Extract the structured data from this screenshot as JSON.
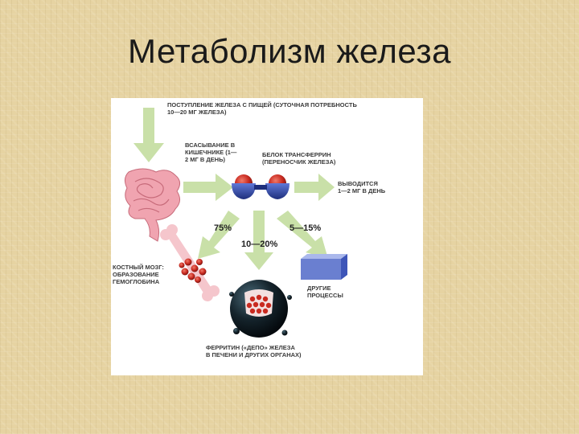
{
  "slide": {
    "title": "Метаболизм железа"
  },
  "diagram": {
    "labels": {
      "intake": "ПОСТУПЛЕНИЕ ЖЕЛЕЗА С ПИЩЕЙ (СУТОЧНАЯ ПОТРЕБНОСТЬ\n10—20 МГ ЖЕЛЕЗА)",
      "absorption": "ВСАСЫВАНИЕ В\nКИШЕЧНИКЕ (1—\n2 МГ В ДЕНЬ)",
      "transferrin": "БЕЛОК ТРАНСФЕРРИН\n(ПЕРЕНОСЧИК ЖЕЛЕЗА)",
      "excretion": "ВЫВОДИТСЯ\n1—2 МГ В ДЕНЬ",
      "bone_marrow": "КОСТНЫЙ МОЗГ:\nОБРАЗОВАНИЕ\nГЕМОГЛОБИНА",
      "other_processes": "ДРУГИЕ\nПРОЦЕССЫ",
      "ferritin": "ФЕРРИТИН («ДЕПО» ЖЕЛЕЗА\nВ ПЕЧЕНИ И ДРУГИХ ОРГАНАХ)"
    },
    "percentages": {
      "to_bone_marrow": "75%",
      "to_ferritin": "10—20%",
      "to_other": "5—15%"
    },
    "colors": {
      "arrow": "#c9e0a8",
      "sphere_red": "#d0352a",
      "bowl_blue": "#3d55b8",
      "intestine": "#f0a4b0",
      "bone": "#f5c6cc",
      "box": "#6a7fd0"
    }
  }
}
